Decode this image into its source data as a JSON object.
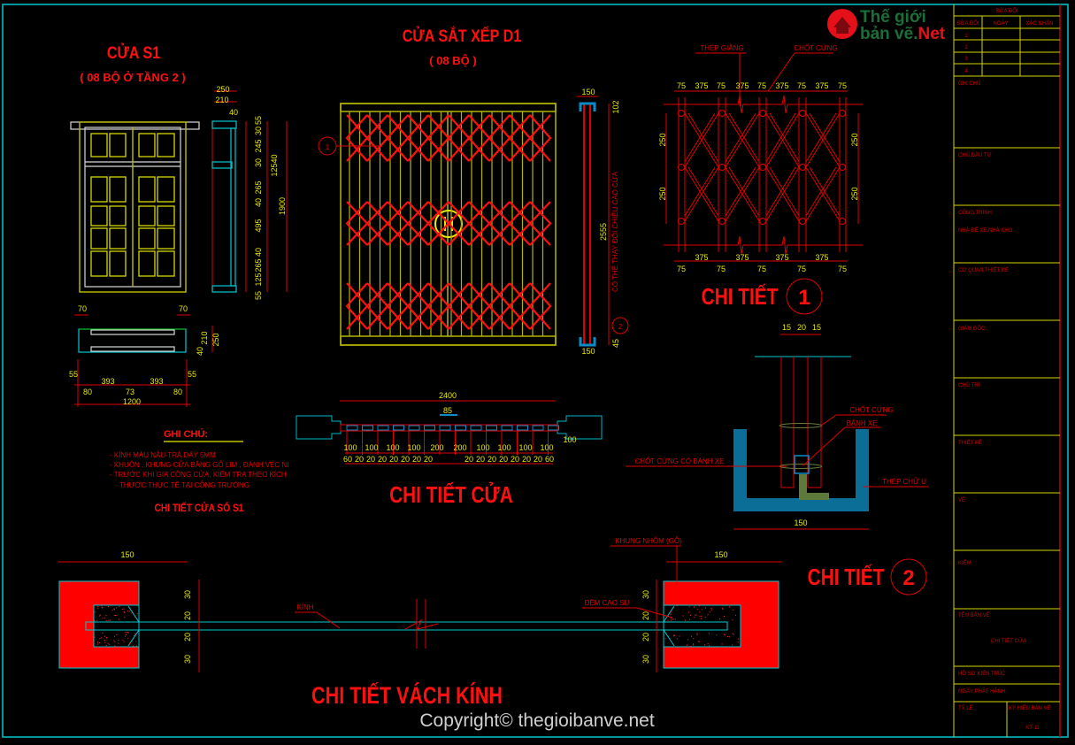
{
  "logo": {
    "line1": "Thế giới",
    "line2a": "bản vẽ.",
    "line2b": "Net"
  },
  "copyright": "Copyright© thegioibanve.net",
  "title_block": {
    "revision_header": "SỬA ĐỔI",
    "revision_columns": [
      "SỬA ĐỔI",
      "NGÀY",
      "XÁC NHẬN"
    ],
    "revision_rows": [
      "1",
      "2",
      "3",
      "4"
    ],
    "notes_label": "GHI CHÚ",
    "owner_label": "CHỦ ĐẦU TƯ",
    "project_label": "CÔNG TRÌNH:",
    "project_value": "NHÀ ĐỂ XE,NHÀ KHO",
    "design_agency_label": "CƠ QUAN THIẾT KẾ",
    "director_label": "GIÁM ĐỐC",
    "lead_label": "CHỦ TRÌ",
    "designer_label": "THIẾT KẾ",
    "drafter_label": "VẼ",
    "checker_label": "KIỂM",
    "drawing_name_label": "TÊN BẢN VẼ",
    "drawing_name_value": "CHI TIẾT CỬA",
    "dossier_label": "HỒ SƠ KIẾN TRÚC",
    "issue_date_label": "NGÀY PHÁT HÀNH:",
    "scale_label": "TỶ LỆ",
    "drawing_code_label": "KÝ HIỆU BẢN VẼ",
    "drawing_code_value": "KT-11"
  },
  "window_s1": {
    "title": "CỬA S1",
    "subtitle": "( 08 BỘ Ở TẦNG 2 )",
    "section_top_dims": [
      "250",
      "210",
      "40"
    ],
    "height_dims": [
      "55",
      "30",
      "245",
      "30",
      "265",
      "40",
      "495",
      "40",
      "265",
      "125",
      "55"
    ],
    "height_totals": [
      "12540",
      "1900"
    ],
    "plan_top_dims": [
      "70",
      "70"
    ],
    "plan_side_dims": [
      "210",
      "250",
      "40"
    ],
    "plan_dims_row1": [
      "55",
      "393",
      "393",
      "55"
    ],
    "plan_dims_row2": [
      "80",
      "73",
      "80"
    ],
    "plan_total": "1200",
    "notes_title": "GHI CHÚ:",
    "notes": [
      "- KÍNH MÀU NÂU TRÀ DÀY 5MM",
      "-  KHUÔN , KHUNG CỬA BẰNG GỖ LIM , ĐÁNH VÉC NI",
      "- TRƯỚC KHI GIA CÔNG CỬA, KIỂM TRA THEO KÍCH",
      "THƯỚC THỰC TẾ TẠI CÔNG TRƯỜNG"
    ],
    "caption": "CHI TIẾT CỬA SỔ S1"
  },
  "door_d1": {
    "title": "CỬA SẮT XẾP D1",
    "subtitle": "( 08 BỘ )",
    "callout_1": "1",
    "callout_2": "2",
    "section_dims": [
      "150",
      "102",
      "2555",
      "150",
      "45"
    ],
    "section_note": "CÓ THỂ THAY ĐỔI CHIỀU CAO CỬA"
  },
  "detail_1": {
    "label_brace": "THÉP GIẰNG",
    "label_pin": "CHỐT CỨNG",
    "top_dims": [
      "75",
      "375",
      "75",
      "375",
      "75",
      "375",
      "75",
      "375",
      "75"
    ],
    "side_dims": [
      "250",
      "250"
    ],
    "bottom_dims_375": [
      "375",
      "375",
      "375",
      "375"
    ],
    "bottom_dims_75": [
      "75",
      "75",
      "75",
      "75",
      "75"
    ],
    "caption": "CHI TIẾT",
    "number": "1"
  },
  "door_plan": {
    "total": "2400",
    "center_dim": "85",
    "dims_row1": [
      "100",
      "100",
      "100",
      "100",
      "200",
      "200",
      "100",
      "100",
      "100",
      "100"
    ],
    "end_dim": "100",
    "dims_row2": [
      "60",
      "20",
      "20",
      "20",
      "20",
      "20",
      "20",
      "20",
      "20",
      "20",
      "20",
      "20",
      "20",
      "20",
      "20",
      "60"
    ],
    "caption": "CHI TIẾT CỬA"
  },
  "detail_2": {
    "top_dims": [
      "15",
      "20",
      "15"
    ],
    "label_pin": "CHỐT CỨNG",
    "label_wheel": "BÁNH XE",
    "label_pin_wheel": "CHỐT CỨNG CÓ BÁNH XE",
    "label_channel": "THÉP CHỮ U",
    "width_dim": "150",
    "caption": "CHI TIẾT",
    "number": "2"
  },
  "glass_wall": {
    "width_left": "150",
    "width_right": "150",
    "label_frame": "KHUNG NHÔM (GỖ)",
    "label_glass": "KÍNH",
    "label_gasket": "ĐỆM CAO SU",
    "thickness_dims": [
      "30",
      "20",
      "20",
      "30"
    ],
    "caption": "CHI TIẾT VÁCH KÍNH"
  },
  "colors": {
    "background": "#000000",
    "annotation": "#ff0000",
    "dimension": "#e8e800",
    "frame": "#00c8d0",
    "title_block_lines": "#d4d400",
    "channel": "#0a6e96"
  }
}
